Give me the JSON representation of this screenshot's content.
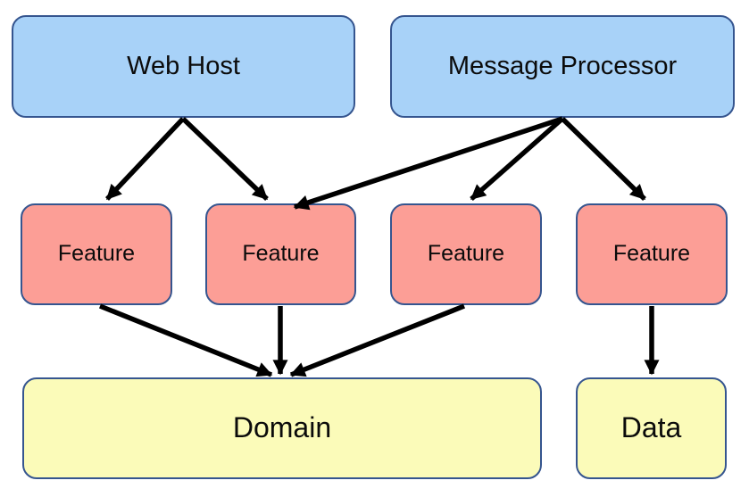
{
  "diagram": {
    "nodes": {
      "web_host": {
        "label": "Web Host"
      },
      "message_processor": {
        "label": "Message Processor"
      },
      "feature_1": {
        "label": "Feature"
      },
      "feature_2": {
        "label": "Feature"
      },
      "feature_3": {
        "label": "Feature"
      },
      "feature_4": {
        "label": "Feature"
      },
      "domain": {
        "label": "Domain"
      },
      "data": {
        "label": "Data"
      }
    },
    "edges": [
      {
        "from": "web_host",
        "to": "feature_1"
      },
      {
        "from": "web_host",
        "to": "feature_2"
      },
      {
        "from": "message_processor",
        "to": "feature_2"
      },
      {
        "from": "message_processor",
        "to": "feature_3"
      },
      {
        "from": "message_processor",
        "to": "feature_4"
      },
      {
        "from": "feature_1",
        "to": "domain"
      },
      {
        "from": "feature_2",
        "to": "domain"
      },
      {
        "from": "feature_3",
        "to": "domain"
      },
      {
        "from": "feature_4",
        "to": "data"
      }
    ],
    "colors": {
      "host_fill": "#A8D2F8",
      "feature_fill": "#FC9E96",
      "bottom_fill": "#FBFBB9",
      "node_border": "#35558F",
      "arrow": "#000000",
      "text": "#0B0B0B",
      "background": "#FFFFFF"
    }
  }
}
